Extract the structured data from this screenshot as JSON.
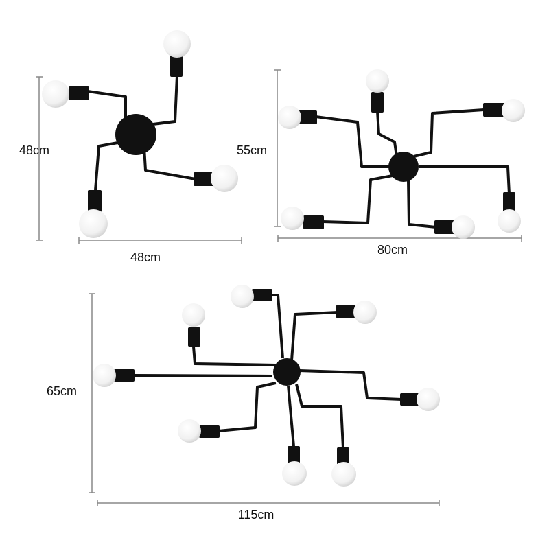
{
  "products": [
    {
      "name_key": "small-4-arm",
      "arms": 4,
      "height_label": "48cm",
      "width_label": "48cm"
    },
    {
      "name_key": "medium-6-arm",
      "arms": 6,
      "height_label": "55cm",
      "width_label": "80cm"
    },
    {
      "name_key": "large-8-arm",
      "arms": 8,
      "height_label": "65cm",
      "width_label": "115cm"
    }
  ],
  "colors": {
    "background": "#ffffff",
    "fixture": "#111111",
    "bulb": "#f4f4f4",
    "bulb_shade": "#d9d9d9",
    "dimension_line": "#888888",
    "label_text": "#111111"
  }
}
